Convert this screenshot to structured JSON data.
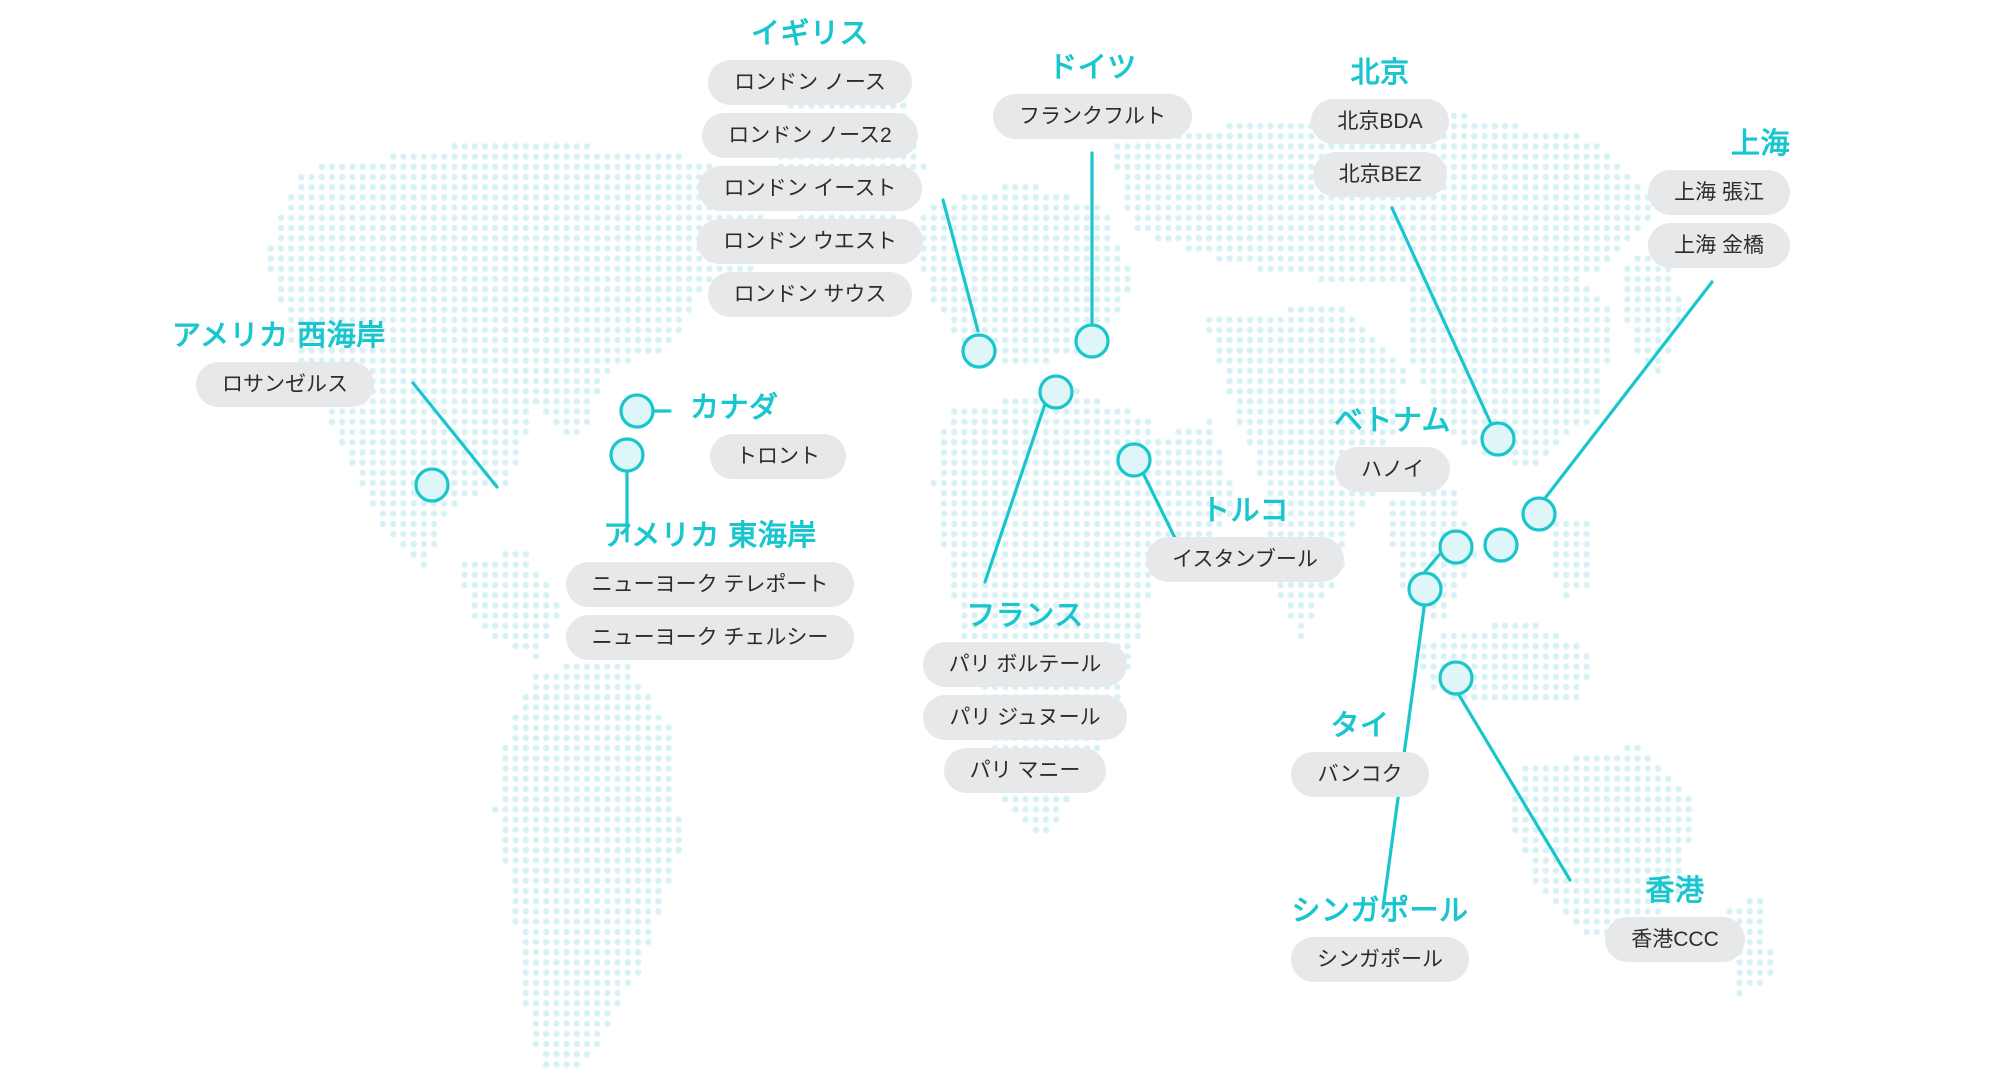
{
  "theme": {
    "accent": "#19c6ce",
    "map_dot": "#d6f1f4",
    "chip_bg": "#e7e8ea",
    "chip_text": "#2c2c2c",
    "background": "#ffffff",
    "node_fill": "#dff6f8",
    "node_stroke": "#19c6ce"
  },
  "regions": [
    {
      "id": "uk",
      "title": "イギリス",
      "chips": [
        "ロンドン ノース",
        "ロンドン ノース2",
        "ロンドン イースト",
        "ロンドン ウエスト",
        "ロンドン サウス"
      ]
    },
    {
      "id": "germany",
      "title": "ドイツ",
      "chips": [
        "フランクフルト"
      ]
    },
    {
      "id": "beijing",
      "title": "北京",
      "chips": [
        "北京BDA",
        "北京BEZ"
      ]
    },
    {
      "id": "shanghai",
      "title": "上海",
      "chips": [
        "上海 張江",
        "上海 金橋"
      ]
    },
    {
      "id": "us-west",
      "title": "アメリカ 西海岸",
      "chips": [
        "ロサンゼルス"
      ]
    },
    {
      "id": "canada",
      "title": "カナダ",
      "chips": [
        "トロント"
      ]
    },
    {
      "id": "us-east",
      "title": "アメリカ 東海岸",
      "chips": [
        "ニューヨーク テレポート",
        "ニューヨーク チェルシー"
      ]
    },
    {
      "id": "france",
      "title": "フランス",
      "chips": [
        "パリ ボルテール",
        "パリ ジュヌール",
        "パリ マニー"
      ]
    },
    {
      "id": "turkey",
      "title": "トルコ",
      "chips": [
        "イスタンブール"
      ]
    },
    {
      "id": "vietnam",
      "title": "ベトナム",
      "chips": [
        "ハノイ"
      ]
    },
    {
      "id": "thailand",
      "title": "タイ",
      "chips": [
        "バンコク"
      ]
    },
    {
      "id": "singapore",
      "title": "シンガポール",
      "chips": [
        "シンガポール"
      ]
    },
    {
      "id": "hongkong",
      "title": "香港",
      "chips": [
        "香港CCC"
      ]
    }
  ]
}
